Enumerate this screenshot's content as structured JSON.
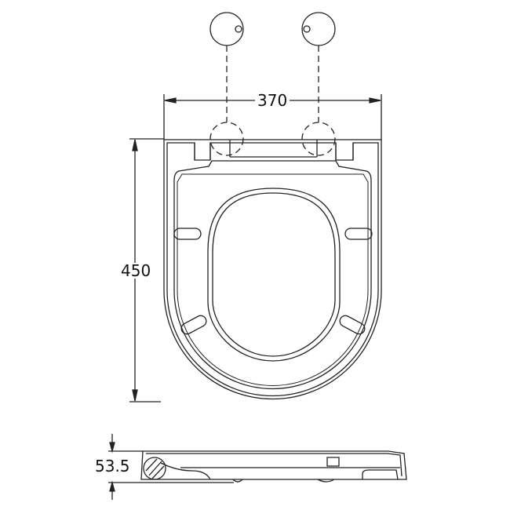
{
  "diagram": {
    "subject": "toilet seat technical drawing",
    "views": [
      "hinge top view",
      "plan view",
      "side profile view"
    ],
    "dimensions": {
      "width": "370",
      "length": "450",
      "height": "53.5"
    },
    "colors": {
      "line": "#222222",
      "background": "#ffffff"
    }
  }
}
